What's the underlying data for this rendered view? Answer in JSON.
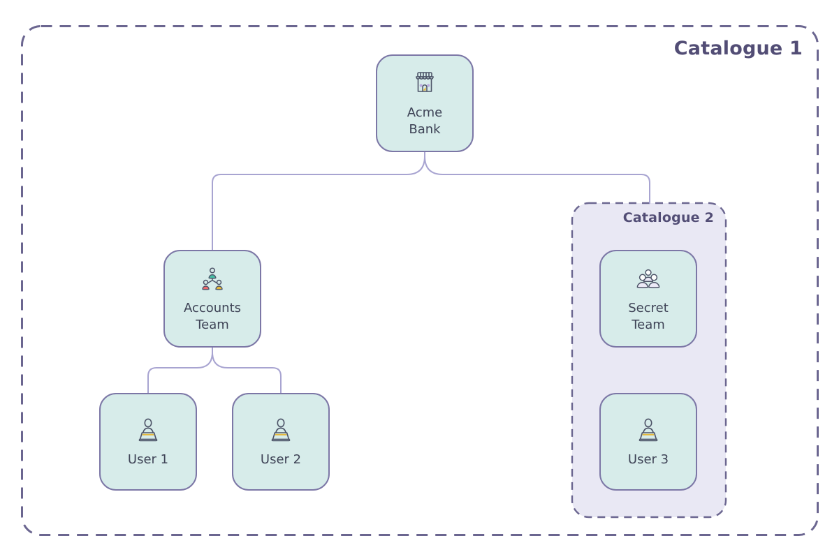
{
  "diagram": {
    "catalogue1": {
      "label": "Catalogue 1",
      "border_color": "#6b6690",
      "label_color": "#524d75",
      "background": "#ffffff"
    },
    "catalogue2": {
      "label": "Catalogue 2",
      "border_color": "#6b6690",
      "label_color": "#524d75",
      "background": "#e9e8f4"
    },
    "nodes": [
      {
        "id": "acme-bank",
        "label": "Acme\nBank",
        "icon": "store-icon",
        "parent": "catalogue1"
      },
      {
        "id": "accounts-team",
        "label": "Accounts\nTeam",
        "icon": "org-chart-icon",
        "parent": "catalogue1"
      },
      {
        "id": "user-1",
        "label": "User 1",
        "icon": "laptop-user-icon",
        "parent": "catalogue1"
      },
      {
        "id": "user-2",
        "label": "User 2",
        "icon": "laptop-user-icon",
        "parent": "catalogue1"
      },
      {
        "id": "secret-team",
        "label": "Secret\nTeam",
        "icon": "group-icon",
        "parent": "catalogue2"
      },
      {
        "id": "user-3",
        "label": "User 3",
        "icon": "laptop-user-icon",
        "parent": "catalogue2"
      }
    ],
    "edges": [
      {
        "from": "acme-bank",
        "to": "accounts-team"
      },
      {
        "from": "acme-bank",
        "to": "catalogue2"
      },
      {
        "from": "accounts-team",
        "to": "user-1"
      },
      {
        "from": "accounts-team",
        "to": "user-2"
      }
    ],
    "colors": {
      "node_fill": "#d7ecea",
      "node_border": "#7c77a6",
      "node_text": "#3e4356",
      "connector": "#a8a4d1",
      "icon_stroke": "#4d5468",
      "accent_teal": "#45c0a5",
      "accent_red": "#ee6a6c",
      "accent_yellow": "#e5b93c",
      "accent_purple": "#b7abdd"
    }
  }
}
